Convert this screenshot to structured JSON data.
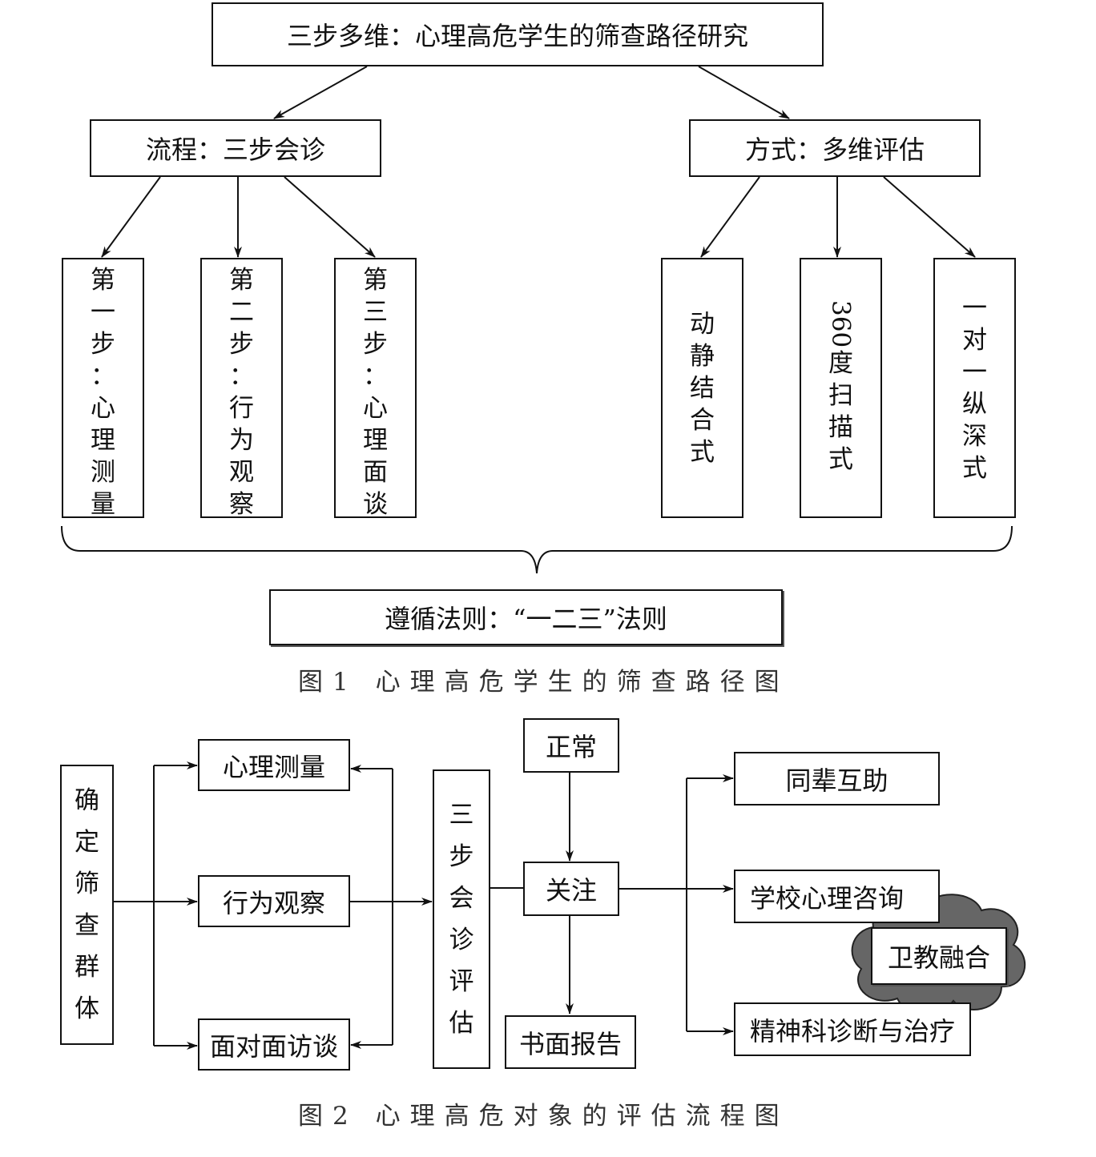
{
  "figure1": {
    "title": "三步多维：心理高危学生的筛查路径研究",
    "left": {
      "label": "流程：三步会诊",
      "steps": [
        "第一步：心理测量",
        "第二步：行为观察",
        "第三步：心理面谈"
      ]
    },
    "right": {
      "label": "方式：多维评估",
      "methods": [
        "动静结合式",
        "360度扫描式",
        "一对一纵深式"
      ]
    },
    "rule": "遵循法则：“一二三”法则",
    "caption": "图1  心理高危学生的筛查路径图"
  },
  "figure2": {
    "start": "确定筛查群体",
    "methods": [
      "心理测量",
      "行为观察",
      "面对面访谈"
    ],
    "consult": "三步会诊评估",
    "normal": "正常",
    "attention": "关注",
    "report": "书面报告",
    "outcomes": [
      "同辈互助",
      "学校心理咨询",
      "精神科诊断与治疗"
    ],
    "cloud": "卫教融合",
    "caption": "图2  心理高危对象的评估流程图"
  },
  "colors": {
    "line": "#111111",
    "cloud_fill": "#666666",
    "cloud_stroke": "#222222"
  }
}
